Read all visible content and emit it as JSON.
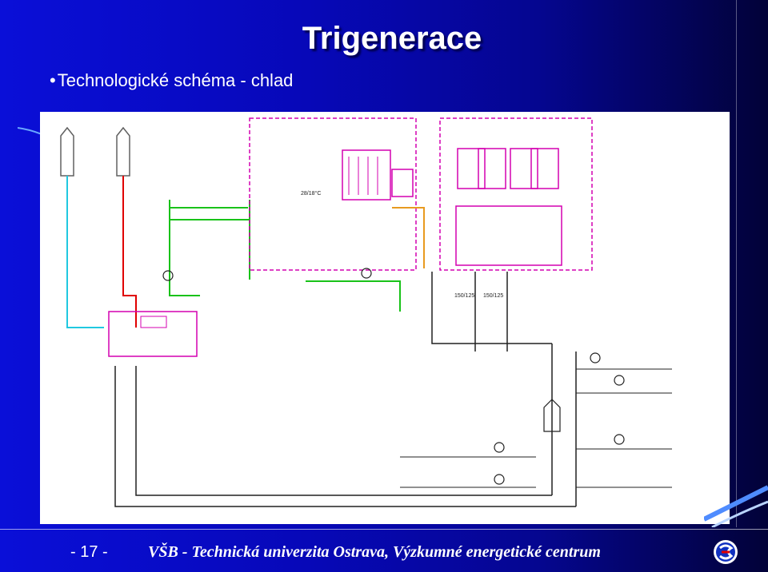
{
  "slide": {
    "title": "Trigenerace",
    "bullet": "Technologické schéma - chlad",
    "page_number": "- 17 -",
    "footer": "VŠB - Technická univerzita Ostrava, Výzkumné energetické centrum"
  },
  "colors": {
    "background": "#0708b8",
    "title": "#ffffff",
    "diagram_magenta": "#d400b0",
    "diagram_green": "#19c219",
    "diagram_red": "#e00000",
    "diagram_cyan": "#20c8e0",
    "diagram_orange": "#e89a20"
  },
  "diagram": {
    "labels": {
      "unit_a": "150/125",
      "unit_b": "150/125",
      "temp": "28/18°C"
    }
  },
  "icons": {
    "logo": "vsb-logo-icon"
  }
}
